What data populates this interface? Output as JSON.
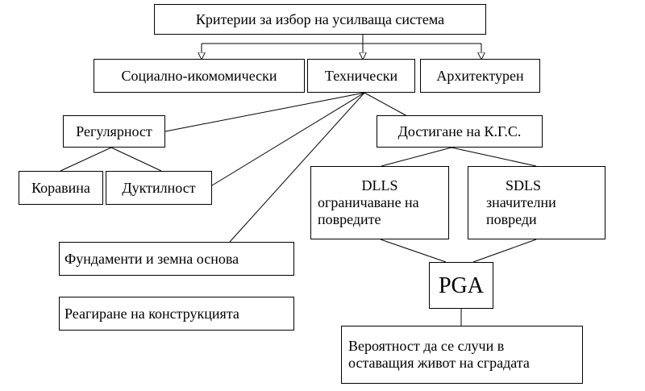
{
  "diagram": {
    "root": "Критерии за избор на усилваща система",
    "level1": {
      "social": "Социално-икомомически",
      "technical": "Технически",
      "architectural": "Архитектурен"
    },
    "regularity": "Регулярност",
    "stiffness": "Коравина",
    "ductility": "Дуктилност",
    "foundations": "Фундаменти и земна основа",
    "response": "Реагиране на конструкцията",
    "performance": "Достигане на К.Г.С.",
    "dlls": {
      "title": "DLLS",
      "line1": "ограничаване на",
      "line2": "повредите"
    },
    "sdls": {
      "title": "SDLS",
      "line1": "значителни",
      "line2": "повреди"
    },
    "pga": "PGA",
    "probability": {
      "line1": "Вероятност да се случи в",
      "line2": "оставащия живот на сградата"
    }
  }
}
